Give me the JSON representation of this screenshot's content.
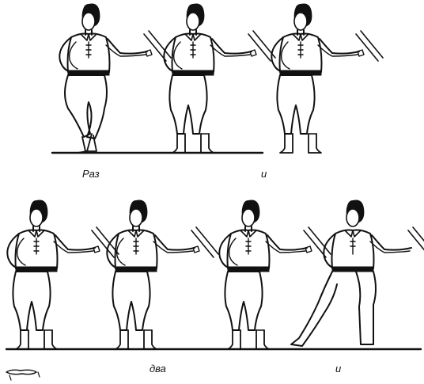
{
  "illustration": {
    "top_row": {
      "captions": [
        "Раз",
        "и"
      ]
    },
    "bottom_row": {
      "captions": [
        "два",
        "и"
      ]
    },
    "ink_color": "#111111",
    "background_color": "#ffffff"
  }
}
